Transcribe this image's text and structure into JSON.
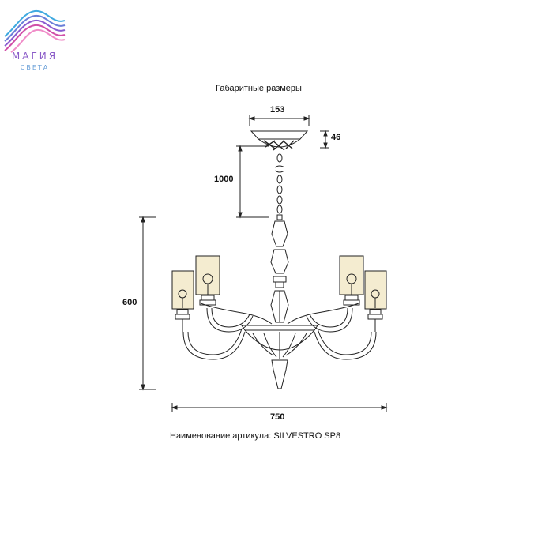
{
  "logo": {
    "title": "МАГИЯ",
    "subtitle": "СВЕТА",
    "colors": [
      "#3fa9e0",
      "#8a5bd0",
      "#d04fa8",
      "#f08cc8"
    ]
  },
  "heading": "Габаритные размеры",
  "dimensions": {
    "canopy_width": "153",
    "canopy_height": "46",
    "chain_length": "1000",
    "body_height": "600",
    "overall_width": "750"
  },
  "article_label": "Наименование артикула: SILVESTRO SP8",
  "colors": {
    "line": "#222222",
    "glass_tint": "#e9d9a0"
  }
}
